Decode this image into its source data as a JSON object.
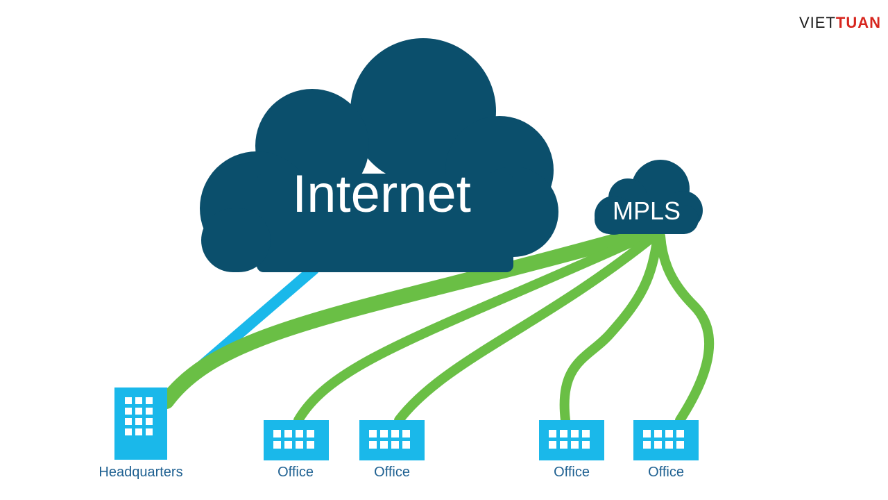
{
  "brand": {
    "part1": "VIET",
    "part2": "TUAN"
  },
  "clouds": {
    "internet": {
      "label": "Internet"
    },
    "mpls": {
      "label": "MPLS"
    }
  },
  "sites": {
    "headquarters": {
      "label": "Headquarters"
    },
    "office_1": {
      "label": "Office"
    },
    "office_2": {
      "label": "Office"
    },
    "office_3": {
      "label": "Office"
    },
    "office_4": {
      "label": "Office"
    }
  },
  "colors": {
    "cloud": "#0b4f6c",
    "internet_link": "#1ab8ea",
    "mpls_link": "#6abf45",
    "building": "#1ab8ea",
    "label": "#1e6091",
    "brand_dark": "#1a1a1a",
    "brand_red": "#d7261e"
  }
}
